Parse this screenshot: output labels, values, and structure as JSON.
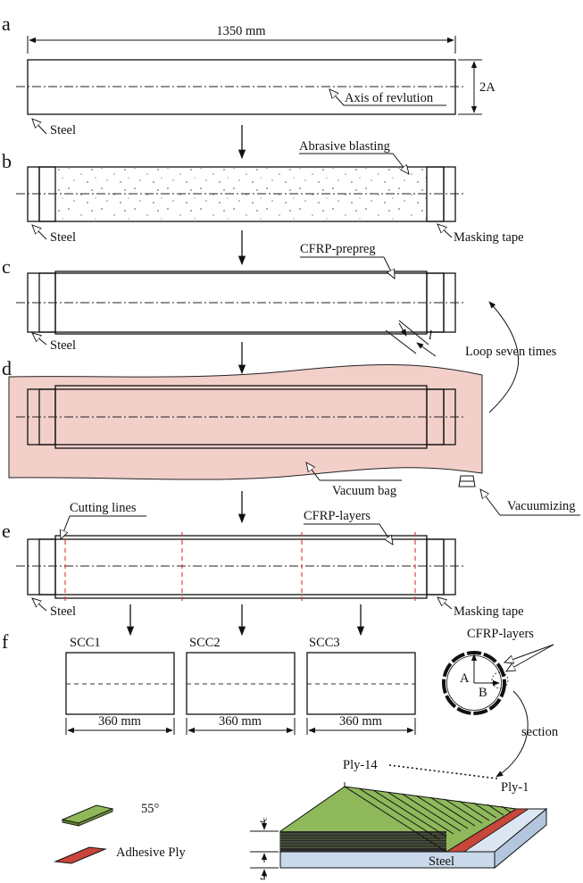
{
  "panels": [
    "a",
    "b",
    "c",
    "d",
    "e",
    "f"
  ],
  "a": {
    "length": "1350 mm",
    "diameter": "2A",
    "axis": "Axis of revlution",
    "material": "Steel"
  },
  "b": {
    "process": "Abrasive blasting",
    "material": "Steel",
    "mask": "Masking tape"
  },
  "c": {
    "prepreg": "CFRP-prepreg",
    "material": "Steel",
    "width_symbol": "l"
  },
  "d": {
    "loop": "Loop seven times",
    "bag": "Vacuum bag",
    "vacuum": "Vacuumizing"
  },
  "e": {
    "cutting": "Cutting lines",
    "layers": "CFRP-layers",
    "material": "Steel",
    "mask": "Masking tape"
  },
  "f": {
    "specimens": [
      {
        "name": "SCC1",
        "length": "360 mm"
      },
      {
        "name": "SCC2",
        "length": "360 mm"
      },
      {
        "name": "SCC3",
        "length": "360 mm"
      }
    ],
    "section_layers": "CFRP-layers",
    "radius_a": "A",
    "radius_b": "B",
    "section": "section",
    "ply_top": "Ply-14",
    "ply_bottom": "Ply-1",
    "steel": "Steel",
    "thickness_c": "t",
    "thickness_c_sub": "c",
    "thickness_s": "t",
    "thickness_s_sub": "s",
    "legend": [
      {
        "label": "55°",
        "color": "#8fb85a"
      },
      {
        "label": "Adhesive Ply",
        "color": "#c8463a"
      }
    ]
  },
  "colors": {
    "bag": "#f3cfca",
    "cut_line": "#e0312f",
    "cfrp": "#8fb85a",
    "adhesive": "#c8463a",
    "steel_plate": "#c9d8ea"
  }
}
